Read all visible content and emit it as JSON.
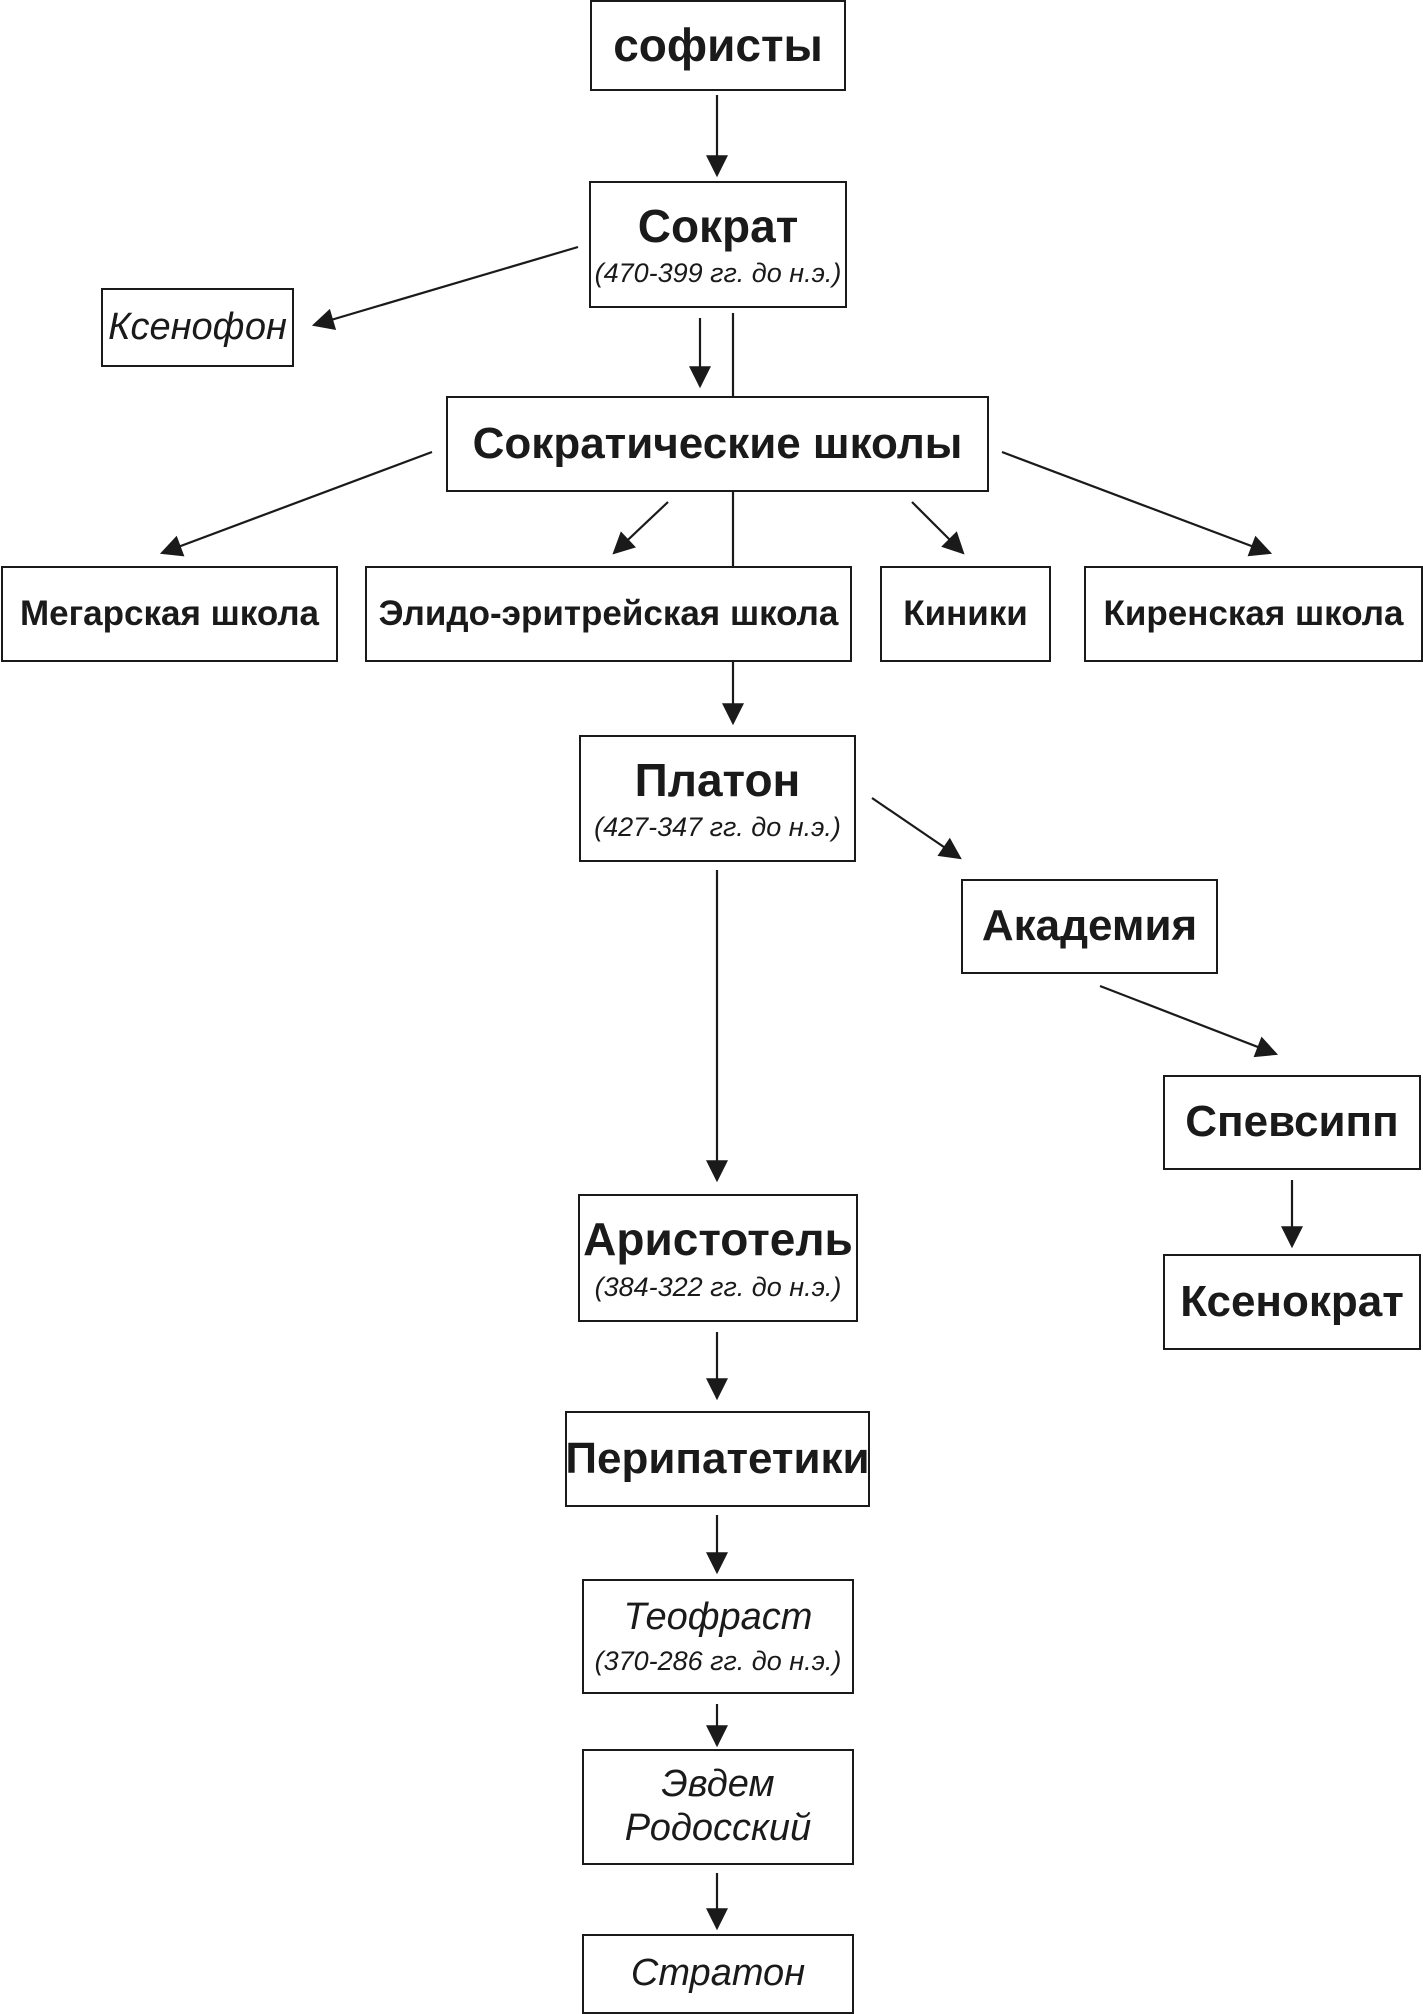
{
  "diagram": {
    "nodes": {
      "sophists": {
        "label": "софисты"
      },
      "socrates": {
        "label": "Сократ",
        "dates": "(470-399 гг. до н.э.)"
      },
      "xenophon": {
        "label": "Ксенофон"
      },
      "socratic": {
        "label": "Сократические школы"
      },
      "megarian": {
        "label": "Мегарская школа"
      },
      "elis": {
        "label": "Элидо-эритрейская школа"
      },
      "cynics": {
        "label": "Киники"
      },
      "cyrenaic": {
        "label": "Киренская школа"
      },
      "plato": {
        "label": "Платон",
        "dates": "(427-347 гг. до н.э.)"
      },
      "academy": {
        "label": "Академия"
      },
      "speusippus": {
        "label": "Спевсипп"
      },
      "xenocrates": {
        "label": "Ксенократ"
      },
      "aristotle": {
        "label": "Аристотель",
        "dates": "(384-322 гг. до н.э.)"
      },
      "peripatetics": {
        "label": "Перипатетики"
      },
      "theophrastus": {
        "label": "Теофраст",
        "dates": "(370-286 гг. до н.э.)"
      },
      "eudemus": {
        "line1": "Эвдем",
        "line2": "Родосский"
      },
      "strato": {
        "label": "Стратон"
      }
    },
    "edges": [
      {
        "from": "sophists",
        "to": "socrates"
      },
      {
        "from": "socrates",
        "to": "xenophon"
      },
      {
        "from": "socrates",
        "to": "socratic"
      },
      {
        "from": "socrates",
        "to": "plato"
      },
      {
        "from": "socratic",
        "to": "megarian"
      },
      {
        "from": "socratic",
        "to": "elis"
      },
      {
        "from": "socratic",
        "to": "cynics"
      },
      {
        "from": "socratic",
        "to": "cyrenaic"
      },
      {
        "from": "plato",
        "to": "academy"
      },
      {
        "from": "plato",
        "to": "aristotle"
      },
      {
        "from": "academy",
        "to": "speusippus"
      },
      {
        "from": "speusippus",
        "to": "xenocrates"
      },
      {
        "from": "aristotle",
        "to": "peripatetics"
      },
      {
        "from": "peripatetics",
        "to": "theophrastus"
      },
      {
        "from": "theophrastus",
        "to": "eudemus"
      },
      {
        "from": "eudemus",
        "to": "strato"
      }
    ],
    "colors": {
      "stroke": "#1a1a1a",
      "background": "#ffffff"
    }
  }
}
